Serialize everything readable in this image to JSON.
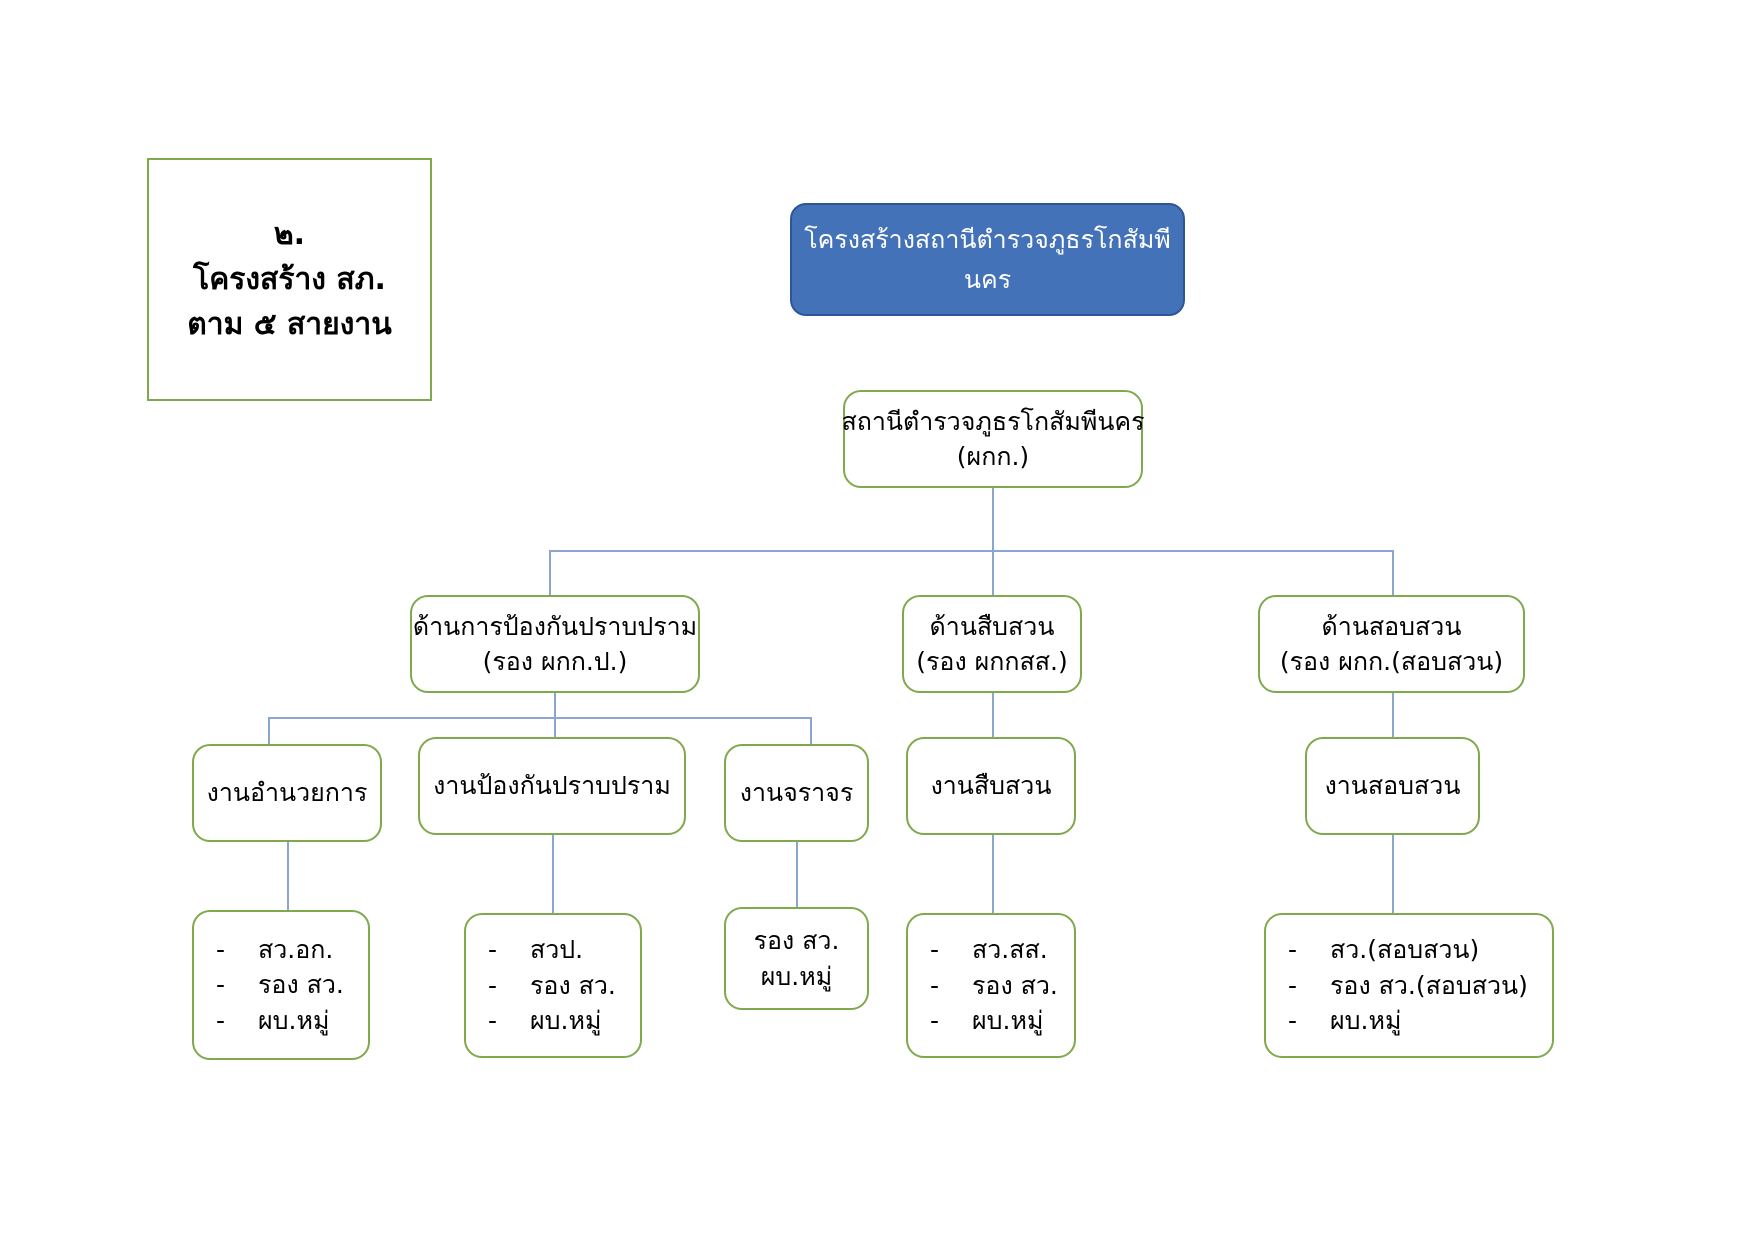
{
  "legend": {
    "lines": [
      "๒.",
      "โครงสร้าง สภ.",
      "ตาม ๕ สายงาน"
    ]
  },
  "banner": {
    "title": "โครงสร้างสถานีตำรวจภูธรโกสัมพีนคร"
  },
  "colors": {
    "node_border": "#7FA94C",
    "banner_fill": "#4472B9",
    "banner_border": "#2E5596",
    "connector": "#8AA6CF",
    "text": "#000000"
  },
  "root": {
    "line1": "สถานีตำรวจภูธรโกสัมพีนคร",
    "line2": "(ผกก.)"
  },
  "divisions": [
    {
      "line1": "ด้านการป้องกันปราบปราม",
      "line2": "(รอง ผกก.ป.)"
    },
    {
      "line1": "ด้านสืบสวน",
      "line2": "(รอง ผกกสส.)"
    },
    {
      "line1": "ด้านสอบสวน",
      "line2": "(รอง ผกก.(สอบสวน)"
    }
  ],
  "sections": [
    {
      "label": "งานอำนวยการ"
    },
    {
      "label": "งานป้องกันปราบปราม"
    },
    {
      "label": "งานจราจร"
    },
    {
      "label": "งานสืบสวน"
    },
    {
      "label": "งานสอบสวน"
    }
  ],
  "ranks": [
    {
      "bulleted": true,
      "dash": "-",
      "items": [
        "สว.อก.",
        "รอง สว.",
        "ผบ.หมู่"
      ]
    },
    {
      "bulleted": true,
      "dash": "-",
      "items": [
        "สวป.",
        "รอง สว.",
        "ผบ.หมู่"
      ]
    },
    {
      "bulleted": false,
      "dash": "",
      "items": [
        "รอง สว.",
        "ผบ.หมู่"
      ]
    },
    {
      "bulleted": true,
      "dash": "-",
      "items": [
        "สว.สส.",
        "รอง สว.",
        "ผบ.หมู่"
      ]
    },
    {
      "bulleted": true,
      "dash": "-",
      "items": [
        "สว.(สอบสวน)",
        "รอง สว.(สอบสวน)",
        "ผบ.หมู่"
      ]
    }
  ]
}
